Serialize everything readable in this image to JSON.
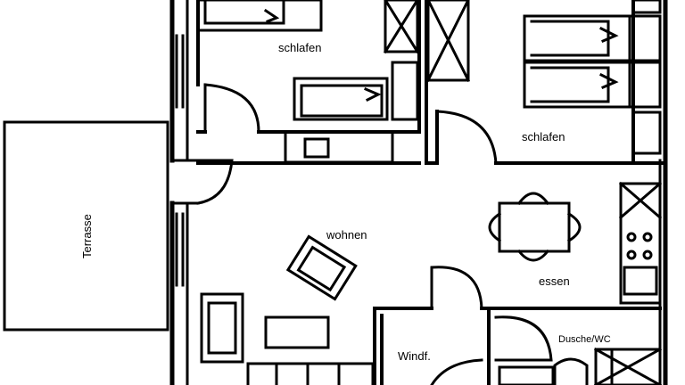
{
  "floorplan": {
    "rooms": {
      "schlafen_left": "schlafen",
      "schlafen_right": "schlafen",
      "wohnen": "wohnen",
      "essen": "essen",
      "terrasse": "Terrasse",
      "windfang": "Windf.",
      "dusche_wc": "Dusche/WC"
    }
  }
}
